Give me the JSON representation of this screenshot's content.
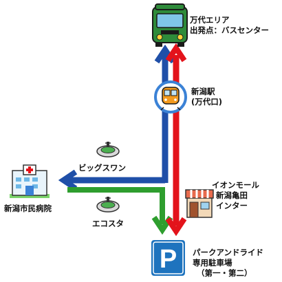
{
  "colors": {
    "blue": "#1f4fa8",
    "red": "#e3131b",
    "green": "#2e9e2e",
    "station_orange": "#f39a1e",
    "parking_blue": "#1e73be",
    "bus_green": "#2e8b3a"
  },
  "labels": {
    "bandai_line1": "万代エリア",
    "bandai_line2": "出発点：バスセンター",
    "station_line1": "新潟駅",
    "station_line2": "(万代口)",
    "bigswan": "ビッグスワン",
    "hospital": "新潟市民病院",
    "ecosta": "エコスタ",
    "aeon_line1": "イオンモール",
    "aeon_line2": "新潟亀田",
    "aeon_line3": "インター",
    "parking_line1": "パークアンドライド",
    "parking_line2": "専用駐車場",
    "parking_line3": "（第一・第二）",
    "parking_symbol": "P"
  },
  "icons": {
    "bus": "bus-icon",
    "train": "train-icon",
    "stadium": "stadium-icon",
    "hospital": "hospital-icon",
    "shop": "shop-icon",
    "parking": "parking-sign-icon"
  }
}
